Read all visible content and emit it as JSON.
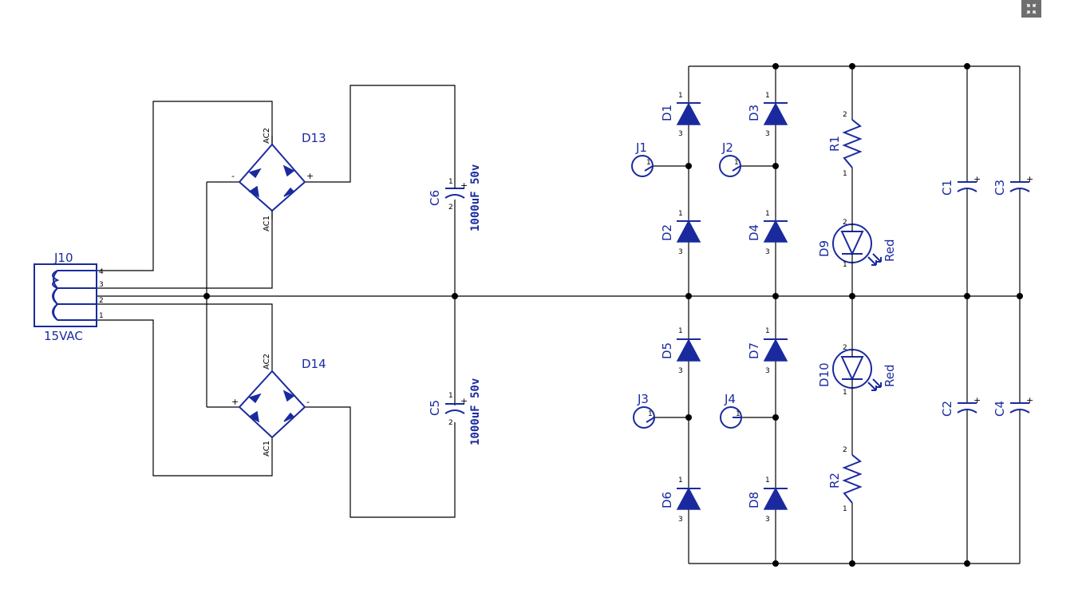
{
  "viewer": {
    "exit_fullscreen_icon": "collapse-icon"
  },
  "connector": {
    "ref": "J10",
    "value": "15VAC",
    "pins": [
      "4",
      "3",
      "2",
      "1"
    ]
  },
  "bridges": [
    {
      "ref": "D13",
      "ac1": "AC1",
      "ac2": "AC2",
      "neg": "-",
      "pos": "+"
    },
    {
      "ref": "D14",
      "ac1": "AC1",
      "ac2": "AC2",
      "neg": "-",
      "pos": "+"
    }
  ],
  "caps_bulk": [
    {
      "ref": "C6",
      "value": "1000uF 50v",
      "pin_top": "1",
      "pin_bottom": "2",
      "plus": "+"
    },
    {
      "ref": "C5",
      "value": "1000uF 50v",
      "pin_top": "1",
      "pin_bottom": "2",
      "plus": "+"
    }
  ],
  "diodes": [
    {
      "ref": "D1",
      "p1": "1",
      "p3": "3"
    },
    {
      "ref": "D2",
      "p1": "1",
      "p3": "3"
    },
    {
      "ref": "D3",
      "p1": "1",
      "p3": "3"
    },
    {
      "ref": "D4",
      "p1": "1",
      "p3": "3"
    },
    {
      "ref": "D5",
      "p1": "1",
      "p3": "3"
    },
    {
      "ref": "D6",
      "p1": "1",
      "p3": "3"
    },
    {
      "ref": "D7",
      "p1": "1",
      "p3": "3"
    },
    {
      "ref": "D8",
      "p1": "1",
      "p3": "3"
    }
  ],
  "jacks": [
    {
      "ref": "J1",
      "pin": "1"
    },
    {
      "ref": "J2",
      "pin": "1"
    },
    {
      "ref": "J3",
      "pin": "1"
    },
    {
      "ref": "J4",
      "pin": "1"
    }
  ],
  "resistors": [
    {
      "ref": "R1",
      "pin_top": "2",
      "pin_bottom": "1"
    },
    {
      "ref": "R2",
      "pin_top": "2",
      "pin_bottom": "1"
    }
  ],
  "leds": [
    {
      "ref": "D9",
      "value": "Red",
      "pin_top": "2",
      "pin_bottom": "1"
    },
    {
      "ref": "D10",
      "value": "Red",
      "pin_top": "2",
      "pin_bottom": "1"
    }
  ],
  "caps_small": [
    {
      "ref": "C1",
      "plus": "+"
    },
    {
      "ref": "C3",
      "plus": "+"
    },
    {
      "ref": "C2",
      "plus": "+"
    },
    {
      "ref": "C4",
      "plus": "+"
    }
  ]
}
